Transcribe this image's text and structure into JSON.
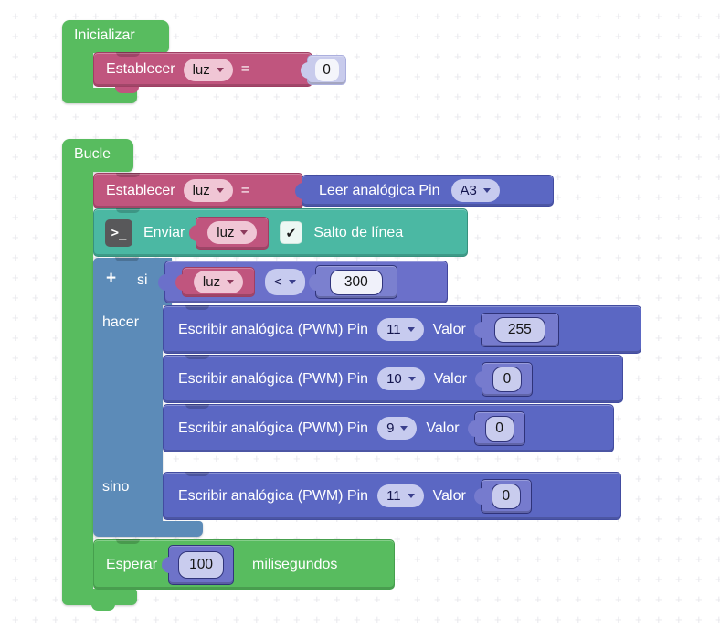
{
  "palette": {
    "green": "#58BC5F",
    "pink": "#C0557E",
    "teal": "#4BB8A3",
    "steel_blue": "#5C8BB8",
    "indigo": "#5B67C3",
    "purple": "#6B70CA",
    "lavender_field": "#C9CCEE",
    "light_field": "#F4F5FB"
  },
  "blocks": {
    "inicializar": {
      "label": "Inicializar",
      "set_var": {
        "label": "Establecer",
        "var": "luz",
        "equals": "=",
        "value": "0"
      }
    },
    "bucle": {
      "label": "Bucle",
      "set_var": {
        "label": "Establecer",
        "var": "luz",
        "equals": "=",
        "read_analog": {
          "label": "Leer analógica Pin",
          "pin": "A3"
        }
      },
      "serial": {
        "icon": ">_",
        "label": "Enviar",
        "var": "luz",
        "check": "✓",
        "newline": "Salto de línea"
      },
      "if": {
        "plus": "+",
        "si": "si",
        "condition": {
          "var": "luz",
          "op": "<",
          "value": "300"
        },
        "hacer": "hacer",
        "do_blocks": [
          {
            "label": "Escribir analógica (PWM) Pin",
            "pin": "11",
            "valor": "Valor",
            "value": "255"
          },
          {
            "label": "Escribir analógica (PWM) Pin",
            "pin": "10",
            "valor": "Valor",
            "value": "0"
          },
          {
            "label": "Escribir analógica (PWM) Pin",
            "pin": "9",
            "valor": "Valor",
            "value": "0"
          }
        ],
        "sino": "sino",
        "else_blocks": [
          {
            "label": "Escribir analógica (PWM) Pin",
            "pin": "11",
            "valor": "Valor",
            "value": "0"
          }
        ]
      },
      "wait": {
        "label": "Esperar",
        "value": "100",
        "unit": "milisegundos"
      }
    }
  }
}
